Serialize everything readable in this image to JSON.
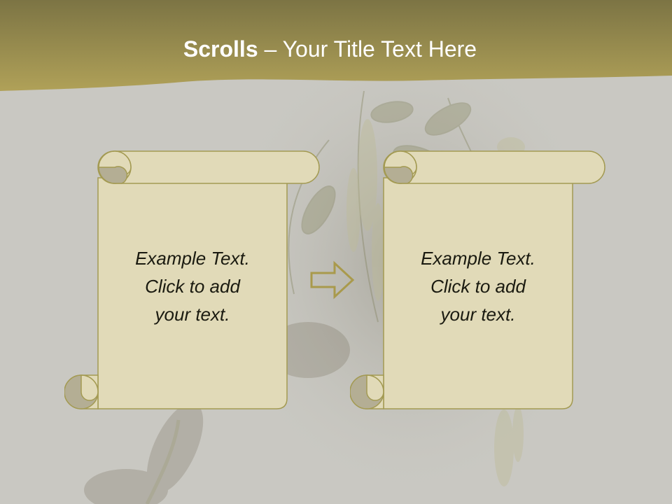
{
  "title": {
    "bold": "Scrolls",
    "separator": " – ",
    "text": "Your Title Text Here"
  },
  "scrolls": [
    {
      "text": "Example  Text.\nClick  to add\nyour text."
    },
    {
      "text": "Example  Text.\nClick  to add\nyour text."
    }
  ],
  "arrow_icon": "right-arrow-outline",
  "colors": {
    "header": "#a99a4c",
    "header_dark": "#7c7444",
    "scroll_fill": "#e1dab8",
    "scroll_outline": "#a39a52",
    "scroll_curl": "#b4ae94",
    "background": "#c9c8c2"
  }
}
